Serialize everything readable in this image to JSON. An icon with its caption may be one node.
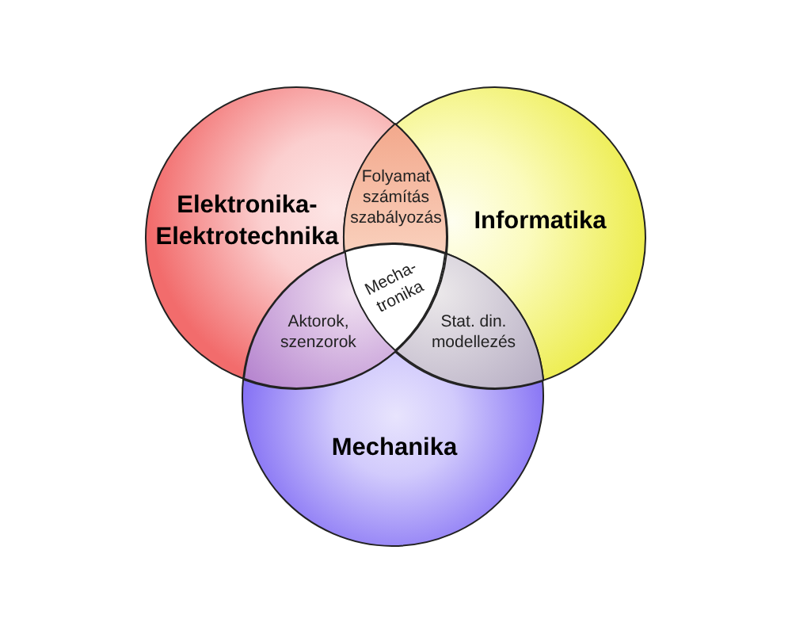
{
  "diagram": {
    "nodes": [
      {
        "text": [
          "Elektronika- Elektrotechnika"
        ]
      },
      {
        "text": [
          "Folyamat számítás szabályozás"
        ]
      },
      {
        "text": [
          "Informatika"
        ]
      },
      {
        "text": [
          "Mecha- tronika"
        ]
      },
      {
        "text": [
          "Aktorok, szenzorok"
        ]
      },
      {
        "text": [
          "Stat. din. modellezés"
        ]
      },
      {
        "text": [
          "Mechanika"
        ]
      }
    ]
  }
}
